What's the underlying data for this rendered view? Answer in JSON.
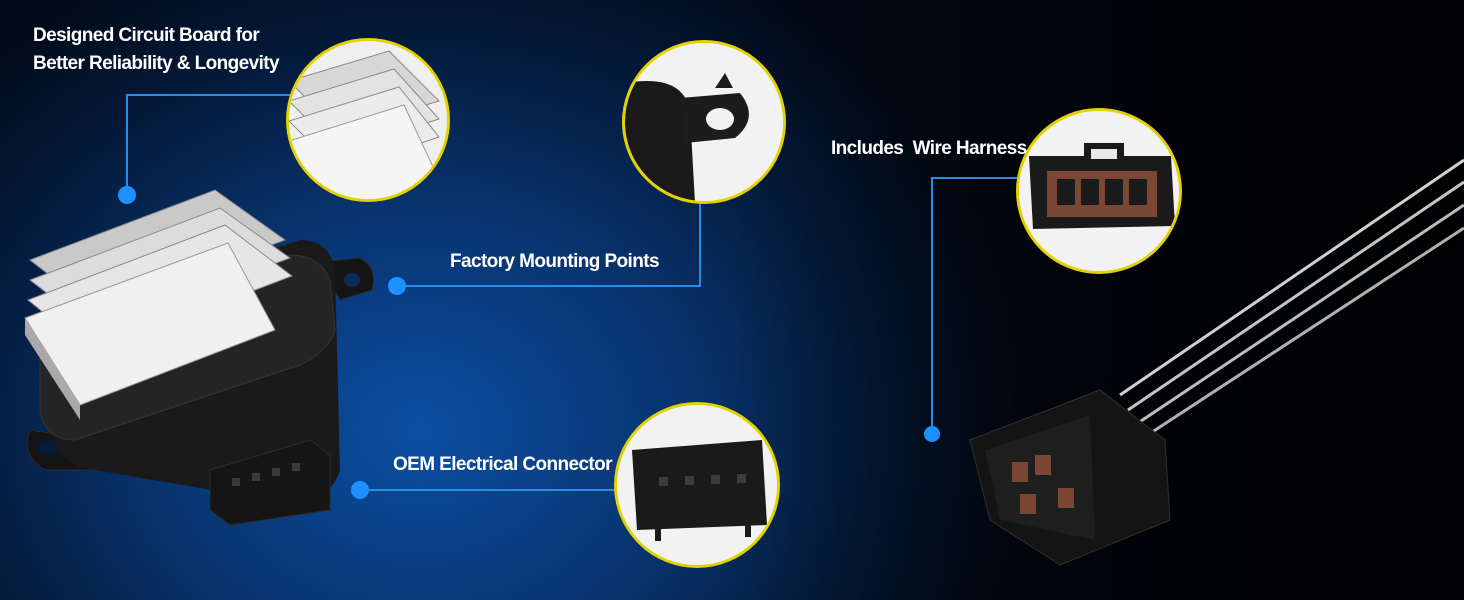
{
  "callouts": {
    "circuit_board": {
      "line1": "Designed Circuit Board for",
      "line2": "Better Reliability & Longevity"
    },
    "mounting": {
      "text": "Factory Mounting Points"
    },
    "connector": {
      "text": "OEM Electrical Connector"
    },
    "harness": {
      "text": "Includes  Wire Harness"
    }
  },
  "colors": {
    "callout_line": "#2a8ce6",
    "callout_dot": "#1e90ff",
    "zoom_border": "#e4d200",
    "background_left": "#0b4fa3",
    "background_right": "#000000"
  },
  "icons": [
    "blower-resistor-image",
    "wire-harness-image",
    "heat-sink-zoom",
    "mounting-clip-zoom",
    "connector-zoom",
    "harness-plug-zoom"
  ]
}
